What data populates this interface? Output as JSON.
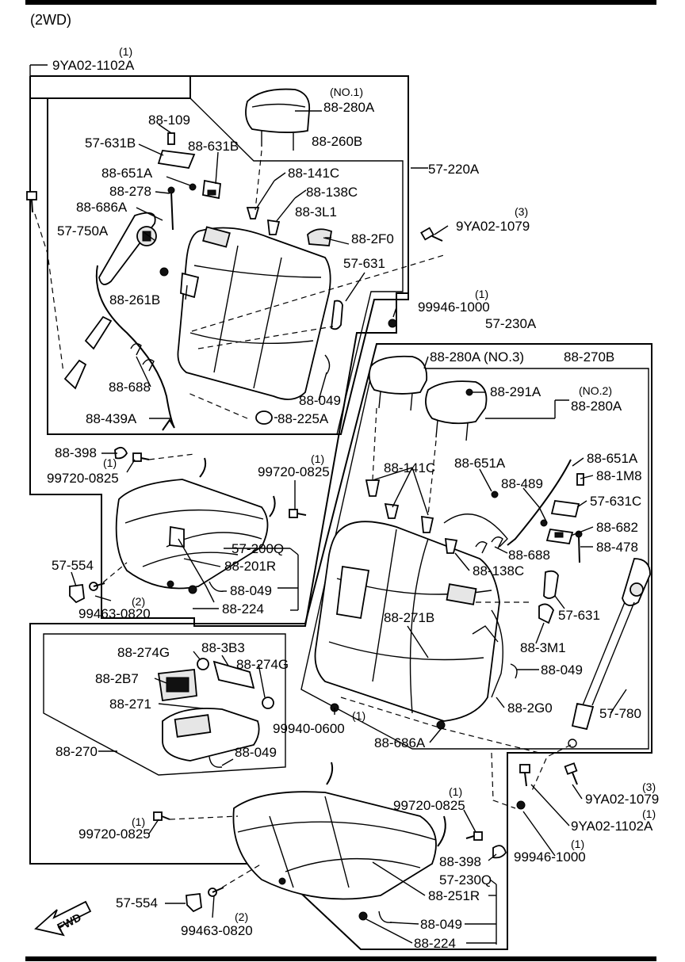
{
  "header": {
    "variant": "(2WD)"
  },
  "labels": {
    "l_9YA02_1102A_top_qty": "(1)",
    "l_9YA02_1102A_top": "9YA02-1102A",
    "l_no1": "(NO.1)",
    "l_88_280A_a": "88-280A",
    "l_88_109": "88-109",
    "l_57_631B": "57-631B",
    "l_88_631B": "88-631B",
    "l_88_260B": "88-260B",
    "l_88_651A_a": "88-651A",
    "l_88_141C_a": "88-141C",
    "l_57_220A": "57-220A",
    "l_88_278": "88-278",
    "l_88_138C_a": "88-138C",
    "l_88_686A_a": "88-686A",
    "l_88_3L1": "88-3L1",
    "l_9YA02_1079_a_qty": "(3)",
    "l_9YA02_1079_a": "9YA02-1079",
    "l_57_750A": "57-750A",
    "l_88_2F0": "88-2F0",
    "l_57_631_a": "57-631",
    "l_88_261B": "88-261B",
    "l_99946_1000_a_qty": "(1)",
    "l_99946_1000_a": "99946-1000",
    "l_57_230A_a": "57-230A",
    "l_88_688_a": "88-688",
    "l_88_049_a": "88-049",
    "l_88_439A": "88-439A",
    "l_88_225A": "88-225A",
    "l_88_280A_no3": "88-280A (NO.3)",
    "l_88_270B": "88-270B",
    "l_no2": "(NO.2)",
    "l_88_291A": "88-291A",
    "l_88_280A_b": "88-280A",
    "l_88_398_a": "88-398",
    "l_99720_0825_a_qty": "(1)",
    "l_99720_0825_a": "99720-0825",
    "l_99720_0825_b_qty": "(1)",
    "l_99720_0825_b": "99720-0825",
    "l_88_141C_b": "88-141C",
    "l_88_651A_b": "88-651A",
    "l_88_651A_c": "88-651A",
    "l_88_489": "88-489",
    "l_88_1M8": "88-1M8",
    "l_57_631C": "57-631C",
    "l_88_682": "88-682",
    "l_88_478": "88-478",
    "l_88_688_b": "88-688",
    "l_57_554_a": "57-554",
    "l_57_200Q": "57-200Q",
    "l_88_201R": "88-201R",
    "l_88_138C_b": "88-138C",
    "l_88_049_b": "88-049",
    "l_99463_0820_a_qty": "(2)",
    "l_99463_0820_a": "99463-0820",
    "l_88_224_a": "88-224",
    "l_88_271B": "88-271B",
    "l_57_631_b": "57-631",
    "l_88_274G_a": "88-274G",
    "l_88_3B3": "88-3B3",
    "l_88_274G_b": "88-274G",
    "l_88_3M1": "88-3M1",
    "l_88_2B7": "88-2B7",
    "l_88_049_c": "88-049",
    "l_88_271": "88-271",
    "l_88_2G0": "88-2G0",
    "l_99940_0600_qty": "(1)",
    "l_99940_0600": "99940-0600",
    "l_57_780": "57-780",
    "l_88_686A_b": "88-686A",
    "l_88_270": "88-270",
    "l_88_049_d": "88-049",
    "l_9YA02_1079_b_qty": "(3)",
    "l_9YA02_1079_b": "9YA02-1079",
    "l_9YA02_1102A_b_qty": "(1)",
    "l_9YA02_1102A_b": "9YA02-1102A",
    "l_99720_0825_c_qty": "(1)",
    "l_99720_0825_c": "99720-0825",
    "l_99720_0825_d_qty": "(1)",
    "l_99720_0825_d": "99720-0825",
    "l_99946_1000_b_qty": "(1)",
    "l_99946_1000_b": "99946-1000",
    "l_88_398_b": "88-398",
    "l_57_230Q": "57-230Q",
    "l_88_251R": "88-251R",
    "l_57_554_b": "57-554",
    "l_99463_0820_b_qty": "(2)",
    "l_99463_0820_b": "99463-0820",
    "l_88_049_e": "88-049",
    "l_88_224_b": "88-224",
    "l_fwd": "FWD"
  }
}
